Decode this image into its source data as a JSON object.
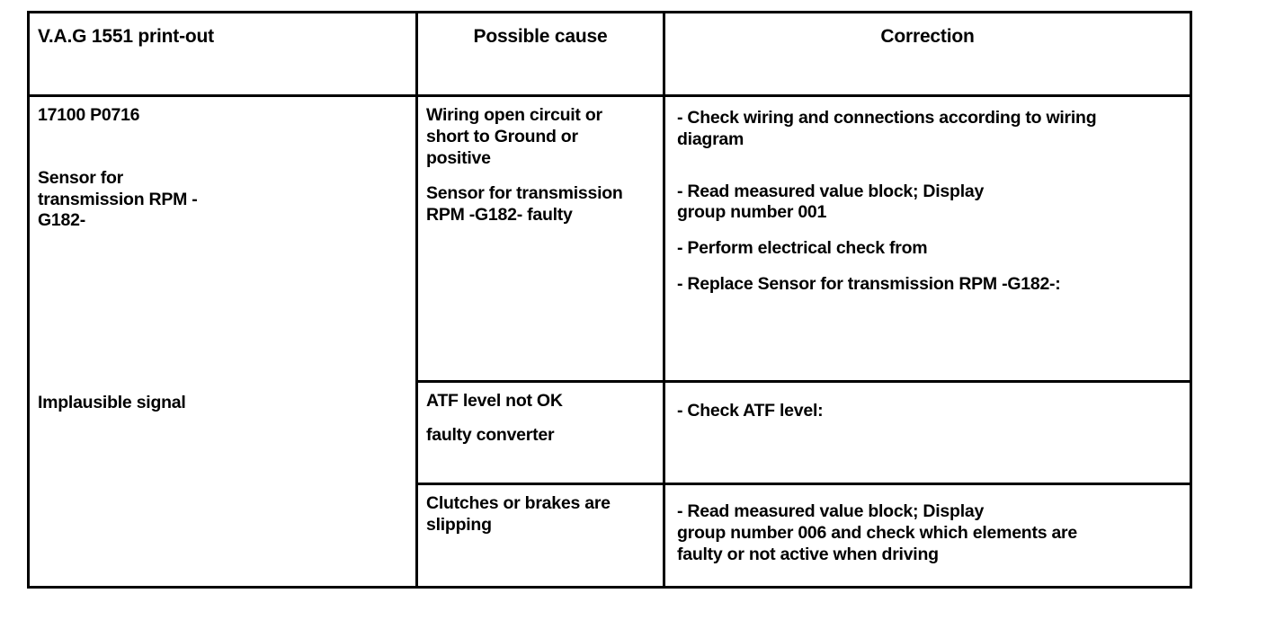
{
  "document": {
    "kind": "fault-table",
    "background_color": "#ffffff",
    "text_color": "#000000",
    "border_color": "#000000"
  },
  "table": {
    "headers": [
      "V.A.G 1551 print-out",
      "Possible cause",
      "Correction"
    ],
    "rows": [
      {
        "printout": {
          "code": "17100 P0716",
          "description": "Sensor for\ntransmission RPM -\nG182-"
        },
        "causes": [
          "Wiring open circuit or\nshort to Ground or\npositive",
          "Sensor for transmission\nRPM -G182- faulty"
        ],
        "corrections": [
          "- Check wiring and connections according to wiring\ndiagram",
          "- Read measured value block; Display\ngroup number 001",
          "- Perform electrical check from",
          "- Replace Sensor for transmission RPM -G182-:"
        ]
      },
      {
        "printout": {
          "code": "Implausible signal",
          "description": ""
        },
        "causes": [
          "ATF level not OK",
          "faulty converter"
        ],
        "corrections": [
          "- Check ATF level:"
        ]
      },
      {
        "printout": {
          "code": "",
          "description": ""
        },
        "causes": [
          "Clutches or brakes are\nslipping"
        ],
        "corrections": [
          "- Read measured value block; Display\ngroup number 006 and check which elements are\nfaulty or not active when driving"
        ]
      }
    ]
  }
}
